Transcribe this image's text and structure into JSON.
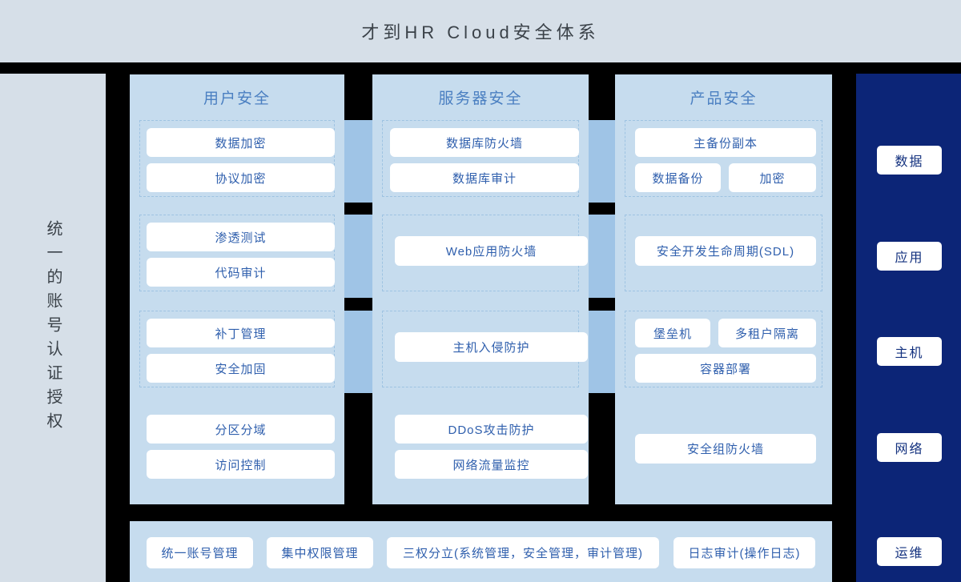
{
  "header": {
    "title": "才到HR Cloud安全体系",
    "bg_color": "#d6dfe8",
    "text_color": "#3b4249"
  },
  "left_sidebar": {
    "label": "统一的账号认证授权",
    "bg_color": "#d6dfe8"
  },
  "right_sidebar": {
    "bg_color": "#0c2577",
    "pills": [
      {
        "label": "数据"
      },
      {
        "label": "应用"
      },
      {
        "label": "主机"
      },
      {
        "label": "网络"
      },
      {
        "label": "运维"
      }
    ]
  },
  "theme": {
    "column_bg": "#c6dcee",
    "connector_blue": "#9fc4e6",
    "item_bg": "#ffffff",
    "item_text": "#2f5fad",
    "column_title_text": "#4a7fc1",
    "dashed_border": "#9ec3e2",
    "gutter": "#000000"
  },
  "columns": [
    {
      "title": "用户安全",
      "groups": [
        {
          "dashed": true,
          "items": [
            {
              "label": "数据加密"
            },
            {
              "label": "协议加密"
            }
          ]
        },
        {
          "dashed": true,
          "items": [
            {
              "label": "渗透测试"
            },
            {
              "label": "代码审计"
            }
          ]
        },
        {
          "dashed": true,
          "items": [
            {
              "label": "补丁管理"
            },
            {
              "label": "安全加固"
            }
          ]
        },
        {
          "dashed": false,
          "items": [
            {
              "label": "分区分域"
            },
            {
              "label": "访问控制"
            }
          ]
        }
      ]
    },
    {
      "title": "服务器安全",
      "groups": [
        {
          "dashed": true,
          "items": [
            {
              "label": "数据库防火墙"
            },
            {
              "label": "数据库审计"
            }
          ]
        },
        {
          "dashed": true,
          "items": [
            {
              "label": "Web应用防火墙"
            }
          ]
        },
        {
          "dashed": true,
          "items": [
            {
              "label": "主机入侵防护"
            }
          ]
        },
        {
          "dashed": false,
          "items": [
            {
              "label": "DDoS攻击防护"
            },
            {
              "label": "网络流量监控"
            }
          ]
        }
      ]
    },
    {
      "title": "产品安全",
      "groups": [
        {
          "dashed": true,
          "items": [
            {
              "label": "主备份副本"
            },
            {
              "label": "数据备份"
            },
            {
              "label": "加密"
            }
          ]
        },
        {
          "dashed": true,
          "items": [
            {
              "label": "安全开发生命周期(SDL)"
            }
          ]
        },
        {
          "dashed": true,
          "items": [
            {
              "label": "堡垒机"
            },
            {
              "label": "多租户隔离"
            },
            {
              "label": "容器部署"
            }
          ]
        },
        {
          "dashed": false,
          "items": [
            {
              "label": "安全组防火墙"
            }
          ]
        }
      ]
    }
  ],
  "bottom_bar": {
    "bg_color": "#c6dcee",
    "items": [
      {
        "label": "统一账号管理"
      },
      {
        "label": "集中权限管理"
      },
      {
        "label": "三权分立(系统管理，安全管理，审计管理)"
      },
      {
        "label": "日志审计(操作日志)"
      }
    ]
  }
}
